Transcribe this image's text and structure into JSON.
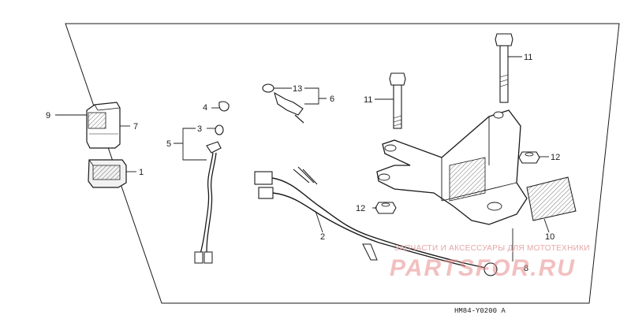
{
  "diagram": {
    "parts": [
      {
        "no": "1"
      },
      {
        "no": "2"
      },
      {
        "no": "3"
      },
      {
        "no": "4"
      },
      {
        "no": "5"
      },
      {
        "no": "6"
      },
      {
        "no": "7"
      },
      {
        "no": "8"
      },
      {
        "no": "9"
      },
      {
        "no": "10"
      },
      {
        "no": "11"
      },
      {
        "no": "11"
      },
      {
        "no": "12"
      },
      {
        "no": "12"
      },
      {
        "no": "13"
      }
    ],
    "diagram_code": "HM84-Y0200 A"
  },
  "watermark": {
    "tagline": "ЗАПЧАСТИ И АКСЕССУАРЫ ДЛЯ МОТОТЕХНИКИ",
    "brand": "PARTSFOR.RU",
    "color": "#e88a8a"
  },
  "colors": {
    "line": "#1a1a1a",
    "background": "#ffffff"
  }
}
